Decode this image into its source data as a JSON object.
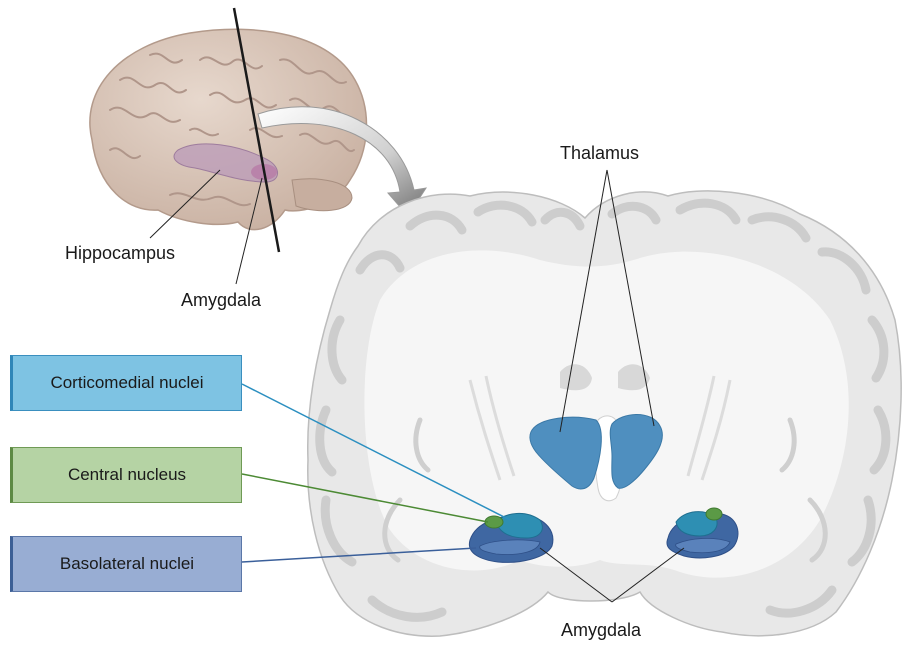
{
  "labels": {
    "hippocampus": "Hippocampus",
    "amygdala_top": "Amygdala",
    "thalamus": "Thalamus",
    "amygdala_bottom": "Amygdala"
  },
  "legend": [
    {
      "id": "corticomedial",
      "label": "Corticomedial nuclei",
      "color": "#7ec3e3"
    },
    {
      "id": "central",
      "label": "Central nucleus",
      "color": "#b5d3a4"
    },
    {
      "id": "basolateral",
      "label": "Basolateral nuclei",
      "color": "#98add3"
    }
  ],
  "colors": {
    "brain_surface": "#d9c7bb",
    "brain_gyri": "#c4ab9c",
    "hippocampus_highlight": "#b999b8",
    "coronal_section": "#ececec",
    "white_matter": "#f7f7f7",
    "thalamus": "#4f8fbf",
    "corticomedial": "#2e8fb3",
    "central": "#5b9a46",
    "basolateral": "#3f67a2",
    "leader_cortico": "#2b8fc0",
    "leader_central": "#4c8a34",
    "leader_baso": "#3a5f9a"
  }
}
